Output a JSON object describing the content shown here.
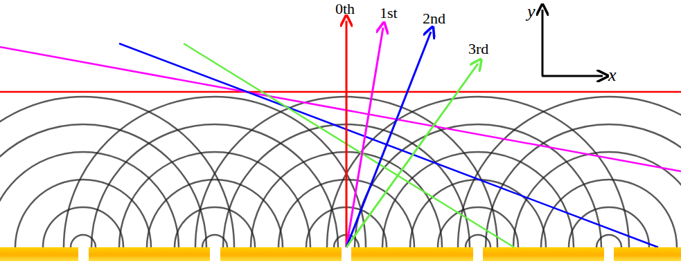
{
  "diagram": {
    "labels": [
      "0th",
      "1st",
      "2nd",
      "3rd",
      "y",
      "x"
    ]
  }
}
